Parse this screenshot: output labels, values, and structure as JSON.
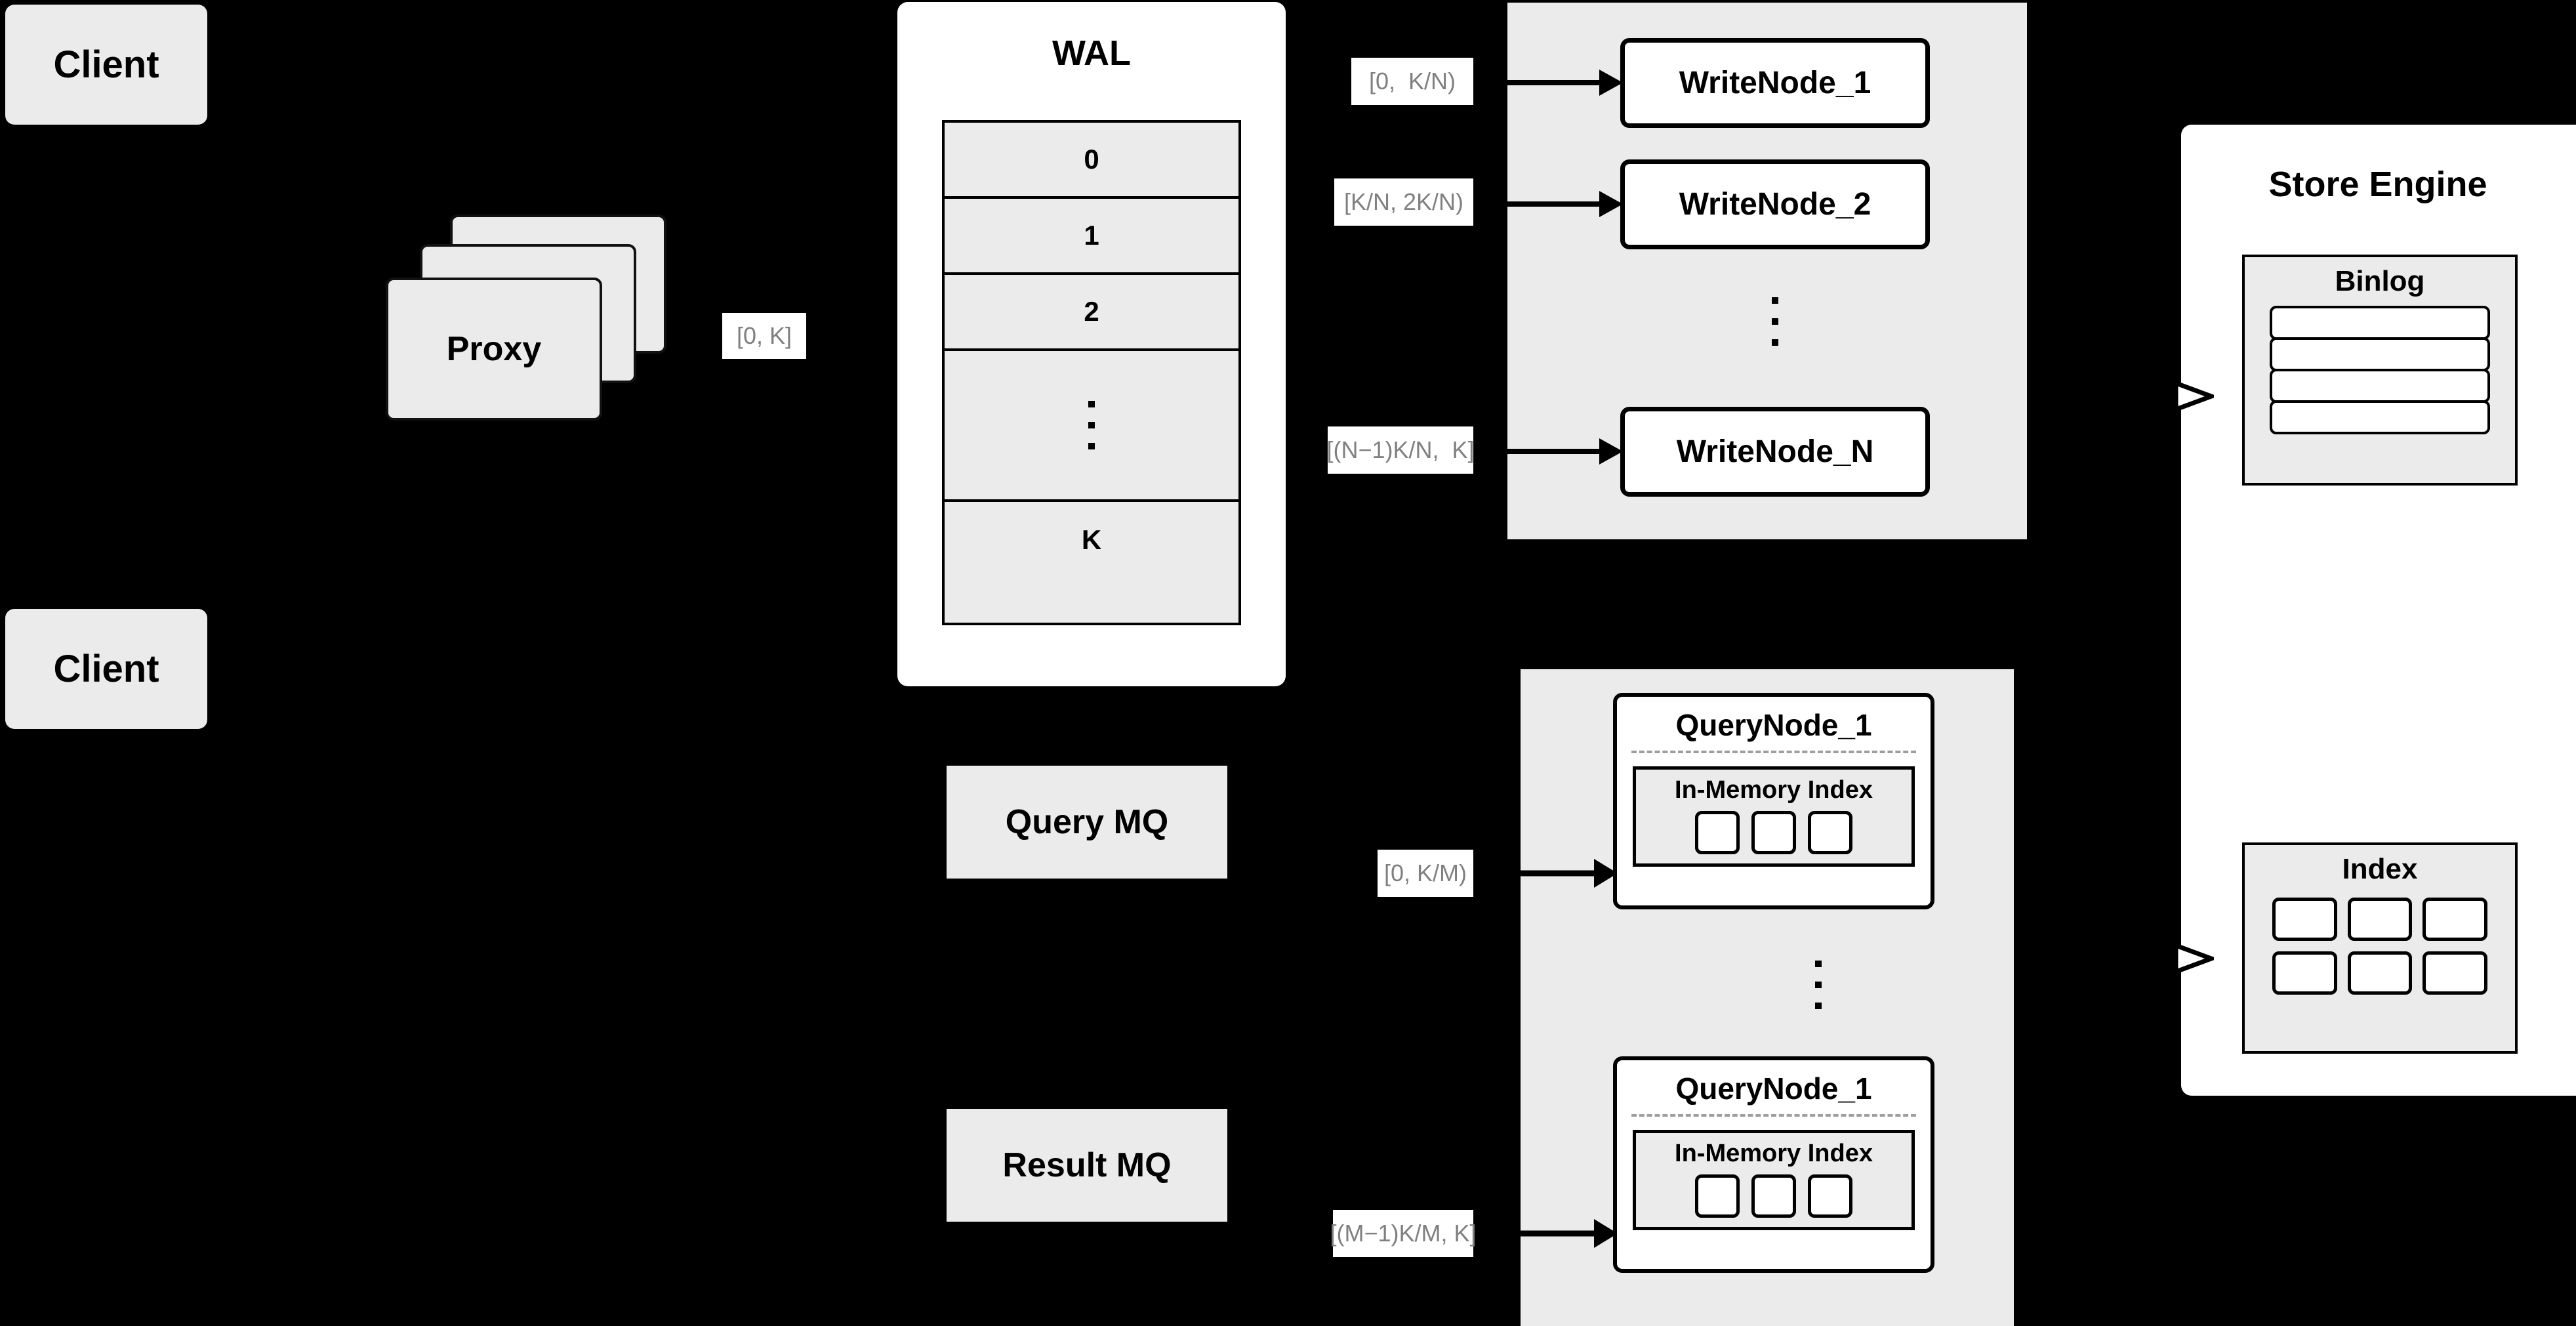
{
  "diagram": {
    "background_color": "#000000",
    "surface_color": "#ebebeb",
    "panel_color": "#ffffff",
    "label_text_color": "#808080",
    "stroke_color": "#000000"
  },
  "clients": [
    {
      "label": "Client"
    },
    {
      "label": "Client"
    }
  ],
  "proxy": {
    "label": "Proxy",
    "stack_count": 3
  },
  "range_labels": {
    "proxy_to_wal": "[0, K]",
    "write_node_1": "[0,  K/N)",
    "write_node_2": "[K/N, 2K/N)",
    "write_node_n": "[(N−1)K/N,  K]",
    "query_node_1": "[0, K/M)",
    "query_node_m": "[(M−1)K/M, K]"
  },
  "wal": {
    "title": "WAL",
    "rows": [
      "0",
      "1",
      "2"
    ],
    "ellipsis": "vertical-dots",
    "last_row": "K"
  },
  "message_queues": [
    {
      "label": "Query MQ"
    },
    {
      "label": "Result MQ"
    }
  ],
  "write_nodes": {
    "nodes": [
      {
        "label": "WriteNode_1"
      },
      {
        "label": "WriteNode_2"
      },
      {
        "label": "WriteNode_N"
      }
    ],
    "ellipsis": "vertical-dots"
  },
  "query_nodes": {
    "nodes": [
      {
        "label": "QueryNode_1",
        "index_label": "In-Memory Index",
        "chip_count": 3
      },
      {
        "label": "QueryNode_1",
        "index_label": "In-Memory Index",
        "chip_count": 3
      }
    ],
    "ellipsis": "vertical-dots"
  },
  "store_engine": {
    "title": "Store Engine",
    "binlog": {
      "title": "Binlog",
      "row_count": 4
    },
    "index": {
      "title": "Index",
      "cell_count": 6
    }
  }
}
